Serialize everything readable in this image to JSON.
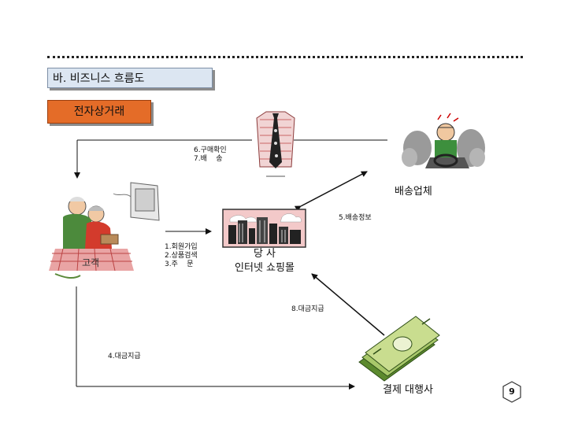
{
  "header": {
    "title": "바. 비즈니스 흐름도",
    "section": "전자상거래"
  },
  "nodes": {
    "customer": "고객",
    "shop": "당 사\n인터넷 쇼핑몰",
    "delivery": "배송업체",
    "payment": "결제 대행사"
  },
  "flows": {
    "customer_to_shop": "1.회원가입\n2.상품검색\n3.주    문",
    "purchase_confirm": "6.구매확인\n7.배    송",
    "delivery_info": "5.배송정보",
    "payment_from_customer": "4.대금지급",
    "payment_to_shop": "8.대금지급"
  },
  "page_number": "9",
  "icons": {
    "customer": "seniors-computer-icon",
    "goods": "shirt-tie-icon",
    "delivery": "driver-icon",
    "shop": "city-building-icon",
    "payment": "money-stack-icon"
  }
}
